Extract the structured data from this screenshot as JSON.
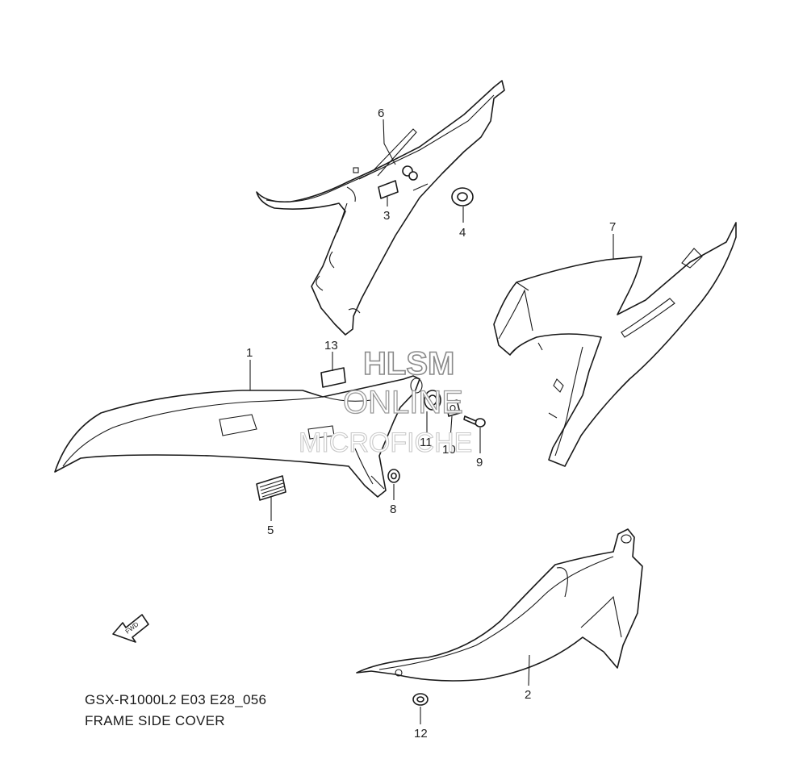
{
  "callouts": {
    "c1": "1",
    "c2": "2",
    "c3": "3",
    "c4": "4",
    "c5": "5",
    "c6": "6",
    "c7": "7",
    "c8": "8",
    "c9": "9",
    "c10": "10",
    "c11": "11",
    "c12": "12",
    "c13": "13"
  },
  "watermark": {
    "line1": "HLSM",
    "line2": "ONLINE",
    "line3": "MICROFICHE"
  },
  "fwd_label": "FWD",
  "caption": {
    "model_code": "GSX-R1000L2 E03 E28_056",
    "title": "FRAME SIDE COVER"
  }
}
